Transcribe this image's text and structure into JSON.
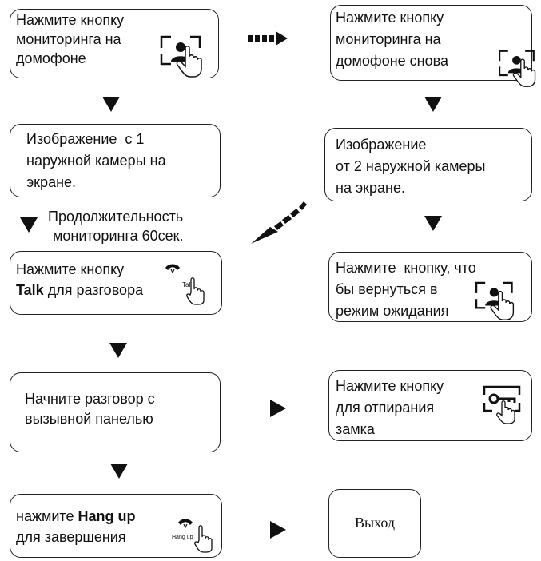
{
  "boxes": {
    "b1": {
      "lines": [
        "Нажмите кнопку",
        "мониторинга на",
        "домофоне"
      ]
    },
    "b2": {
      "lines": [
        "Нажмите кнопку",
        "мониторинга на",
        "домофоне снова"
      ]
    },
    "b3": {
      "lines": [
        "Изображение  с 1",
        "наружной камеры на",
        "экране."
      ]
    },
    "b4": {
      "lines": [
        "Изображение",
        "от 2 наружной камеры",
        "на экране."
      ]
    },
    "b5": {
      "line1": "Нажмите кнопку",
      "bold": "Talk",
      "rest": " для разговора",
      "icon_label": "Talk"
    },
    "b6": {
      "lines": [
        "Нажмите  кнопку, что",
        "бы вернуться в",
        "режим ожидания"
      ]
    },
    "b7": {
      "lines": [
        "Начните разговор с",
        "вызывной панелью"
      ]
    },
    "b8": {
      "lines": [
        "Нажмите кнопку",
        "для отпирания",
        "замка"
      ]
    },
    "b9": {
      "line1_pre": "нажмите ",
      "line1_bold": "Hang up",
      "line2": "для завершения",
      "icon_label": "Hang up"
    },
    "b10": {
      "text": "Выход"
    }
  },
  "note": {
    "lines": [
      "Продолжительность",
      "мониторинга 60сек."
    ]
  },
  "icons": [
    "monitor-button-icon",
    "handset-icon",
    "hand-pointer-icon",
    "key-unlock-icon"
  ]
}
